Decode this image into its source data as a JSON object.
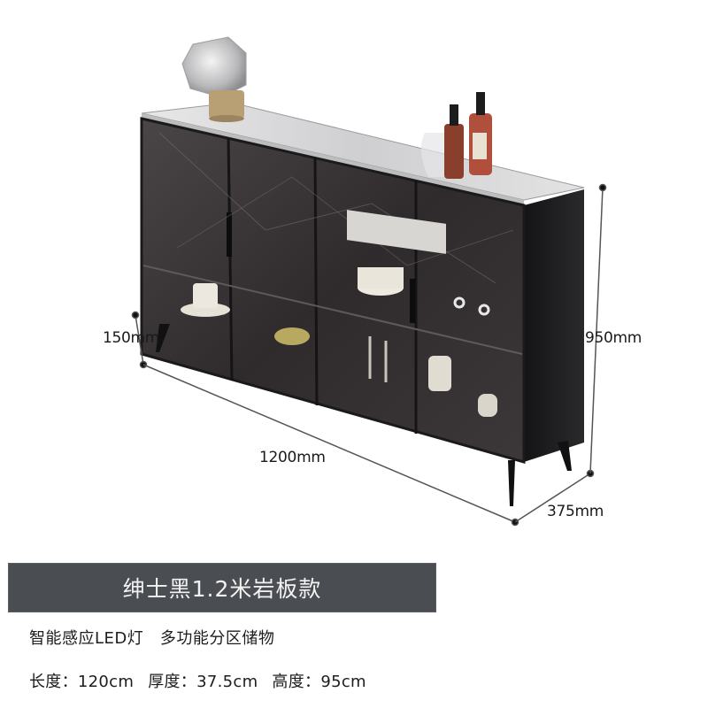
{
  "product_image": {
    "description": "Black sideboard cabinet with glass doors and sintered stone top",
    "dimensions": {
      "leg_height": "150mm",
      "height": "950mm",
      "width": "1200mm",
      "depth": "375mm"
    }
  },
  "banner": {
    "title": "绅士黑1.2米岩板款"
  },
  "features": {
    "line": "智能感应LED灯   多功能分区储物"
  },
  "specs": [
    {
      "label": "长度：",
      "value": "120cm"
    },
    {
      "label": "厚度：",
      "value": "37.5cm"
    },
    {
      "label": "高度：",
      "value": "95cm"
    }
  ],
  "colors": {
    "banner_bg": "#4a4d52",
    "cabinet_frame": "#1c1b1d",
    "glass": "#3a3638",
    "stone_top": "#d9d9da"
  }
}
